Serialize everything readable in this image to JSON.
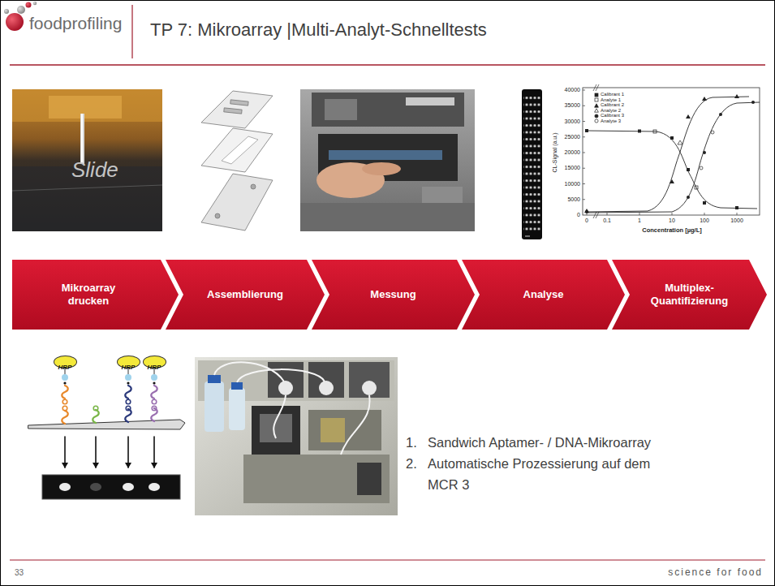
{
  "diagram": {
    "title": "TP 7: Mikroarray |Multi-Analyt-Schnelltests",
    "nodes": [
      {
        "text": [
          "Mikroarray drucken"
        ]
      },
      {
        "text": [
          "Assemblierung"
        ]
      },
      {
        "text": [
          "Messung"
        ]
      },
      {
        "text": [
          "Analyse"
        ]
      },
      {
        "text": [
          "Multiplex- Quantifizierung"
        ]
      },
      {
        "text": [
          "HRP"
        ]
      },
      {
        "text": [
          "HRP"
        ]
      },
      {
        "text": [
          "HRP"
        ]
      }
    ],
    "labels": [
      "foodprofiling",
      "Slide",
      "40000",
      "35000",
      "30000",
      "25000",
      "20000",
      "15000",
      "10000",
      "5000",
      "0",
      "CL-Signal (a.u.)",
      "0",
      "0.1",
      "1",
      "10",
      "100",
      "1000",
      "Concentration [µg/L]",
      "1.",
      "Sandwich Aptamer- / DNA-Mikroarray",
      "2.",
      "Automatische Prozessierung auf dem MCR 3",
      "33",
      "science for food"
    ],
    "legend": [
      {
        "text": "Calibrant 1"
      },
      {
        "text": "Analyte 1"
      },
      {
        "text": "Calibrant 2"
      },
      {
        "text": "Analyte 2"
      },
      {
        "text": "Calibrant 3"
      },
      {
        "text": "Analyte 3"
      }
    ]
  }
}
